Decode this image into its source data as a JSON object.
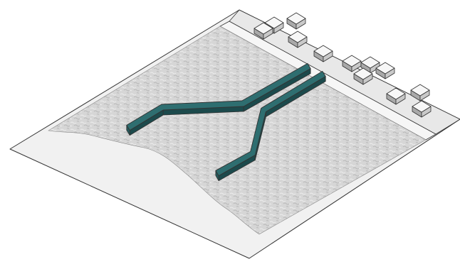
{
  "figure": {
    "kind": "isometric-site-illustration",
    "background_color": "#ffffff",
    "outline_color": "#333333"
  },
  "ground": {
    "color": "#f1f1f1"
  },
  "gravel_field": {
    "color": "#d6d6d6",
    "texture_light": "#ececec",
    "texture_dark": "#b9b9b9"
  },
  "road_strip": {
    "color": "#f6f6f6"
  },
  "boundary_band": {
    "color": "#e8e8e8"
  },
  "buildings": {
    "count": 12,
    "top_color": "#f7f7f7",
    "side_color": "#c9c9c9",
    "front_color": "#a9a9a9"
  },
  "structures": {
    "count": 2,
    "top_color": "#2e6e70",
    "side_color": "#1c4a4c",
    "front_color": "#245a5c"
  }
}
